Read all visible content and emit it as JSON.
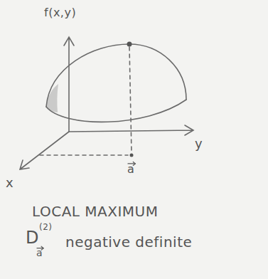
{
  "diagram": {
    "labels": [
      "f(x,y)",
      "y",
      "x",
      "a",
      "LOCAL MAXIMUM",
      "D",
      "(2)",
      "a",
      "negative definite"
    ]
  }
}
